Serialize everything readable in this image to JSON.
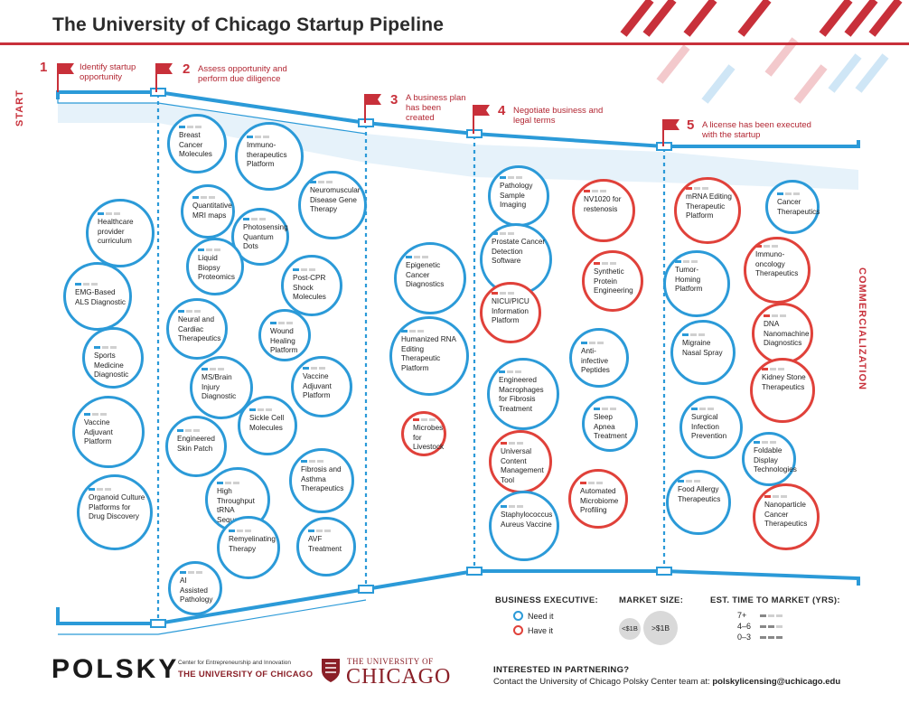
{
  "title": "The University of Chicago Startup Pipeline",
  "side_labels": {
    "left": "START",
    "right": "COMMERCIALIZATION"
  },
  "steps": [
    {
      "num": "1",
      "text": "Identify startup opportunity"
    },
    {
      "num": "2",
      "text": "Assess opportunity and perform due diligence"
    },
    {
      "num": "3",
      "text": "A business plan has been created"
    },
    {
      "num": "4",
      "text": "Negotiate business and legal terms"
    },
    {
      "num": "5",
      "text": "A license has been executed with the startup"
    }
  ],
  "colors": {
    "need_it": "#2b9ad8",
    "have_it": "#e0413a",
    "pipe": "#2b9ad8",
    "brand_red": "#8a1f27",
    "flag": "#c8303a"
  },
  "nodes": [
    {
      "label": "Healthcare provider curriculum",
      "exec": "need"
    },
    {
      "label": "EMG-Based ALS Diagnostic",
      "exec": "need"
    },
    {
      "label": "Sports Medicine Diagnostic",
      "exec": "need"
    },
    {
      "label": "Vaccine Adjuvant Platform",
      "exec": "need"
    },
    {
      "label": "Organoid Culture Platforms for Drug Discovery",
      "exec": "need"
    },
    {
      "label": "Breast Cancer Molecules",
      "exec": "need"
    },
    {
      "label": "Immuno-therapeutics Platform",
      "exec": "need"
    },
    {
      "label": "Quantitative MRI maps",
      "exec": "need"
    },
    {
      "label": "Neuromuscular Disease Gene Therapy",
      "exec": "need"
    },
    {
      "label": "Photosensing Quantum Dots",
      "exec": "need"
    },
    {
      "label": "Liquid Biopsy Proteomics",
      "exec": "need"
    },
    {
      "label": "Post-CPR Shock Molecules",
      "exec": "need"
    },
    {
      "label": "Neural and Cardiac Therapeutics",
      "exec": "need"
    },
    {
      "label": "Wound Healing Platform",
      "exec": "need"
    },
    {
      "label": "MS/Brain Injury Diagnostic",
      "exec": "need"
    },
    {
      "label": "Vaccine Adjuvant Platform",
      "exec": "need"
    },
    {
      "label": "Sickle Cell Molecules",
      "exec": "need"
    },
    {
      "label": "Engineered Skin Patch",
      "exec": "need"
    },
    {
      "label": "Fibrosis and Asthma Therapeutics",
      "exec": "need"
    },
    {
      "label": "High Throughput tRNA Sequencing",
      "exec": "need"
    },
    {
      "label": "Remyelinating Therapy",
      "exec": "need"
    },
    {
      "label": "AVF Treatment",
      "exec": "need"
    },
    {
      "label": "AI Assisted Pathology",
      "exec": "need"
    },
    {
      "label": "Epigenetic Cancer Diagnostics",
      "exec": "need"
    },
    {
      "label": "Humanized RNA Editing Therapeutic Platform",
      "exec": "need"
    },
    {
      "label": "Microbes for Livestock",
      "exec": "have"
    },
    {
      "label": "Pathology Sample Imaging",
      "exec": "need"
    },
    {
      "label": "NV1020 for restenosis",
      "exec": "have"
    },
    {
      "label": "Prostate Cancer Detection Software",
      "exec": "need"
    },
    {
      "label": "Synthetic Protein Engineering",
      "exec": "have"
    },
    {
      "label": "NICU/PICU Information Platform",
      "exec": "have"
    },
    {
      "label": "Anti-infective Peptides",
      "exec": "need"
    },
    {
      "label": "Engineered Macrophages for Fibrosis Treatment",
      "exec": "need"
    },
    {
      "label": "Sleep Apnea Treatment",
      "exec": "need"
    },
    {
      "label": "Universal Content Management Tool",
      "exec": "have"
    },
    {
      "label": "Automated Microbiome Profiling",
      "exec": "have"
    },
    {
      "label": "Staphylococcus Aureus Vaccine",
      "exec": "need"
    },
    {
      "label": "mRNA Editing Therapeutic Platform",
      "exec": "have"
    },
    {
      "label": "Cancer Therapeutics",
      "exec": "need"
    },
    {
      "label": "Immuno-oncology Therapeutics",
      "exec": "have"
    },
    {
      "label": "Tumor-Homing Platform",
      "exec": "need"
    },
    {
      "label": "DNA Nanomachine Diagnostics",
      "exec": "have"
    },
    {
      "label": "Migraine Nasal Spray",
      "exec": "need"
    },
    {
      "label": "Kidney Stone Therapeutics",
      "exec": "have"
    },
    {
      "label": "Surgical Infection Prevention",
      "exec": "need"
    },
    {
      "label": "Foldable Display Technologies",
      "exec": "need"
    },
    {
      "label": "Food Allergy Therapeutics",
      "exec": "need"
    },
    {
      "label": "Nanoparticle Cancer Therapeutics",
      "exec": "have"
    }
  ],
  "legend": {
    "exec_title": "BUSINESS EXECUTIVE:",
    "need": "Need it",
    "have": "Have it",
    "market_title": "MARKET SIZE:",
    "small": "<$1B",
    "large": ">$1B",
    "time_title": "EST. TIME TO MARKET (YRS):",
    "t1": "7+",
    "t2": "4–6",
    "t3": "0–3"
  },
  "footer": {
    "polsky": "POLSKY",
    "polsky_sub": "Center for Entrepreneurship and Innovation",
    "polsky_uc": "THE UNIVERSITY OF CHICAGO",
    "uc_small": "THE UNIVERSITY OF",
    "uc_big": "CHICAGO",
    "partner_title": "INTERESTED IN PARTNERING?",
    "partner_text": "Contact the University of Chicago Polsky Center team at: ",
    "partner_email": "polskylicensing@uchicago.edu"
  }
}
